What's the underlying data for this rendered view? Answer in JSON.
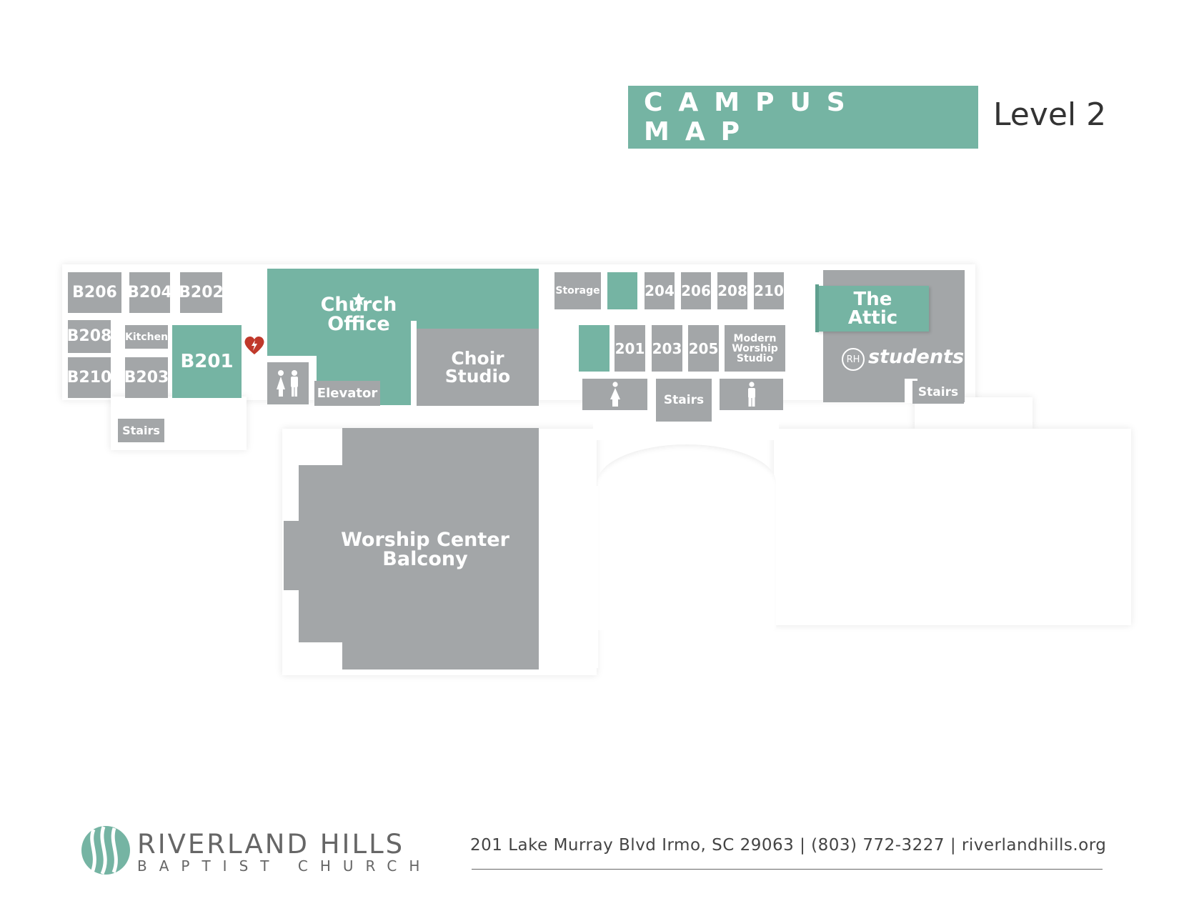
{
  "header": {
    "title": "CAMPUS MAP",
    "level": "Level 2"
  },
  "rooms": {
    "b206": "B206",
    "b204": "B204",
    "b202": "B202",
    "b208": "B208",
    "kitchen": "Kitchen",
    "b201": "B201",
    "b210": "B210",
    "b203": "B203",
    "stairs_west": "Stairs",
    "church_office": "Church Office",
    "elevator": "Elevator",
    "choir_studio": "Choir Studio",
    "storage": "Storage",
    "r204": "204",
    "r206": "206",
    "r208": "208",
    "r210": "210",
    "r201": "201",
    "r203": "203",
    "r205": "205",
    "modern_worship_studio": "Modern Worship Studio",
    "stairs_center": "Stairs",
    "the_attic": "The Attic",
    "rh_badge": "RH",
    "students": "students",
    "stairs_east": "Stairs",
    "worship_center_balcony": "Worship Center Balcony"
  },
  "icons": {
    "aed": "heart-defibrillator-icon",
    "restroom_family": "restroom-family-icon",
    "restroom_women": "women-restroom-icon",
    "restroom_men": "men-restroom-icon",
    "office_star": "star-icon"
  },
  "footer": {
    "org_name": "RIVERLAND HILLS",
    "org_sub": "BAPTIST CHURCH",
    "contact": "201 Lake Murray Blvd Irmo, SC 29063 | (803) 772-3227 | riverlandhills.org"
  },
  "colors": {
    "teal": "#75b4a3",
    "gray": "#a3a6a8",
    "aed_red": "#c0392b"
  }
}
